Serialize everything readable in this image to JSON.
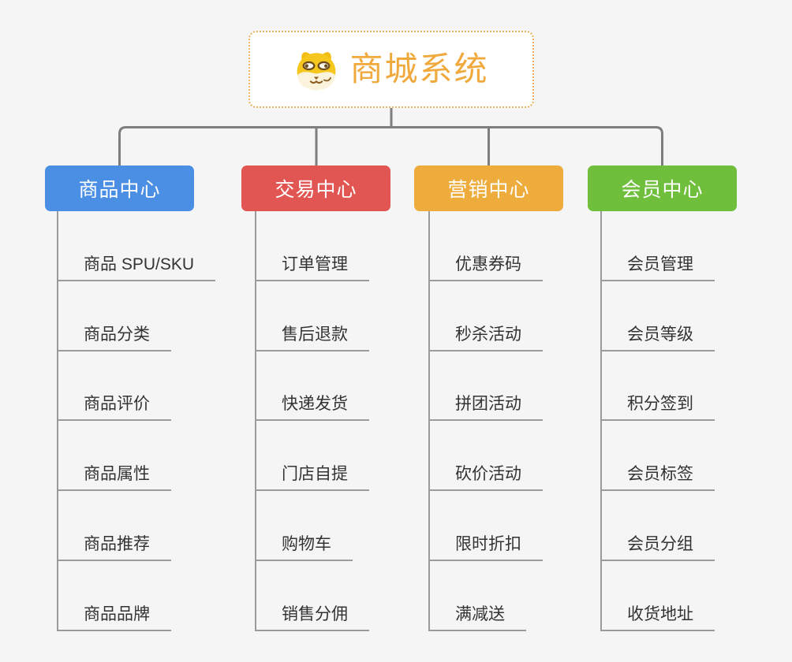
{
  "root": {
    "title": "商城系统",
    "icon": "shiba-dog-icon"
  },
  "branches": [
    {
      "label": "商品中心",
      "color": "#4a8fe4",
      "items": [
        "商品 SPU/SKU",
        "商品分类",
        "商品评价",
        "商品属性",
        "商品推荐",
        "商品品牌"
      ]
    },
    {
      "label": "交易中心",
      "color": "#e15552",
      "items": [
        "订单管理",
        "售后退款",
        "快递发货",
        "门店自提",
        "购物车",
        "销售分佣"
      ]
    },
    {
      "label": "营销中心",
      "color": "#eeac3d",
      "items": [
        "优惠券码",
        "秒杀活动",
        "拼团活动",
        "砍价活动",
        "限时折扣",
        "满减送"
      ]
    },
    {
      "label": "会员中心",
      "color": "#6fbe3c",
      "items": [
        "会员管理",
        "会员等级",
        "积分签到",
        "会员标签",
        "会员分组",
        "收货地址"
      ]
    }
  ],
  "colors": {
    "bg": "#f5f5f6",
    "accent": "#f0a93c",
    "root-border": "#eab15e",
    "connector": "#7e7e7e",
    "branch-line": "#9b9b9b",
    "item-text": "#333333"
  }
}
